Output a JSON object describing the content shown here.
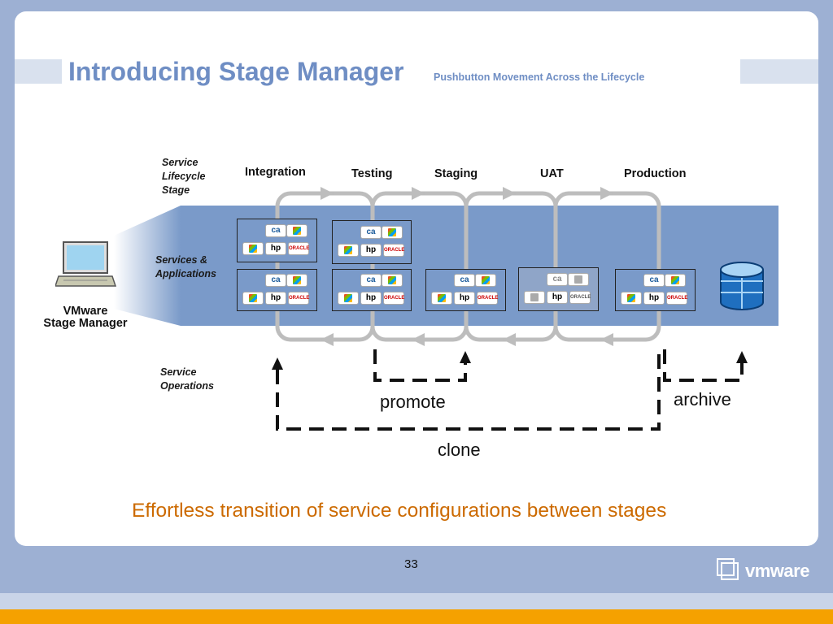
{
  "header": {
    "title": "Introducing Stage Manager",
    "subtitle": "Pushbutton Movement Across the Lifecycle"
  },
  "diagram": {
    "row_labels": {
      "lifecycle_line1": "Service",
      "lifecycle_line2": "Lifecycle",
      "lifecycle_line3": "Stage",
      "services_line1": "Services &",
      "services_line2": "Applications",
      "operations_line1": "Service",
      "operations_line2": "Operations"
    },
    "stages": [
      "Integration",
      "Testing",
      "Staging",
      "UAT",
      "Production"
    ],
    "client": {
      "line1": "VMware",
      "line2": "Stage Manager",
      "icon": "laptop-icon"
    },
    "storage_icon": "database-icon",
    "service_chip_labels": {
      "ca": "ca",
      "hp": "hp",
      "oracle": "ORACLE"
    },
    "operations": {
      "promote": "promote",
      "archive": "archive",
      "clone": "clone"
    }
  },
  "tagline": "Effortless transition of service configurations between stages",
  "footer": {
    "page_number": "33",
    "logo_text": "vmware",
    "logo_icon": "vmware-logo-icon"
  },
  "colors": {
    "title": "#6f8ec4",
    "band": "#7a9ac9",
    "tagline": "#cc6a00",
    "footer_orange": "#f5a100",
    "background": "#9db0d3"
  }
}
